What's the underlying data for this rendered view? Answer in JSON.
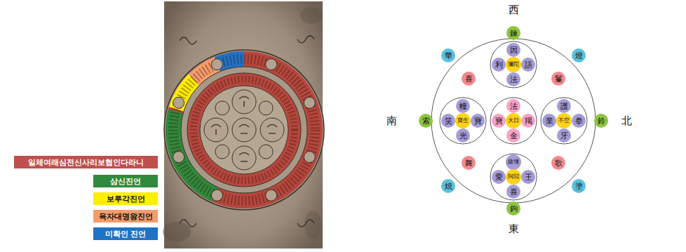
{
  "diagram": {
    "nodes": [
      {
        "text": [
          "鍊"
        ]
      },
      {
        "text": [
          "華"
        ]
      },
      {
        "text": [
          "燈"
        ]
      },
      {
        "text": [
          "因"
        ]
      },
      {
        "text": [
          "利"
        ]
      },
      {
        "text": [
          "彌陀"
        ]
      },
      {
        "text": [
          "語"
        ]
      },
      {
        "text": [
          "法"
        ]
      },
      {
        "text": [
          "喜"
        ]
      },
      {
        "text": [
          "鬘"
        ]
      },
      {
        "text": [
          "幢"
        ]
      },
      {
        "text": [
          "法"
        ]
      },
      {
        "text": [
          "護"
        ]
      },
      {
        "text": [
          "索"
        ]
      },
      {
        "text": [
          "笑"
        ]
      },
      {
        "text": [
          "寶生"
        ]
      },
      {
        "text": [
          "寶"
        ]
      },
      {
        "text": [
          "寶"
        ]
      },
      {
        "text": [
          "大日"
        ]
      },
      {
        "text": [
          "羯"
        ]
      },
      {
        "text": [
          "業"
        ]
      },
      {
        "text": [
          "不空"
        ]
      },
      {
        "text": [
          "拳"
        ]
      },
      {
        "text": [
          "鈴"
        ]
      },
      {
        "text": [
          "光"
        ]
      },
      {
        "text": [
          "金"
        ]
      },
      {
        "text": [
          "牙"
        ]
      },
      {
        "text": [
          "舞"
        ]
      },
      {
        "text": [
          "歌"
        ]
      },
      {
        "text": [
          "薩埵"
        ]
      },
      {
        "text": [
          "愛"
        ]
      },
      {
        "text": [
          "阿閦"
        ]
      },
      {
        "text": [
          "王"
        ]
      },
      {
        "text": [
          "喜"
        ]
      },
      {
        "text": [
          "焼"
        ]
      },
      {
        "text": [
          "塗"
        ]
      },
      {
        "text": [
          "鉤"
        ]
      }
    ],
    "labels": [
      "西",
      "南",
      "北",
      "東"
    ],
    "legend": [
      {
        "text": "일체여래심전신사리보협인다라니",
        "color": "#c0504d"
      },
      {
        "text": "삼신진언",
        "color": "#2f8a3b"
      },
      {
        "text": "보루각진언",
        "color": "#ffee00"
      },
      {
        "text": "육자대명왕진언",
        "color": "#f59c6c"
      },
      {
        "text": "미확인 진언",
        "color": "#1f73c6"
      }
    ]
  }
}
